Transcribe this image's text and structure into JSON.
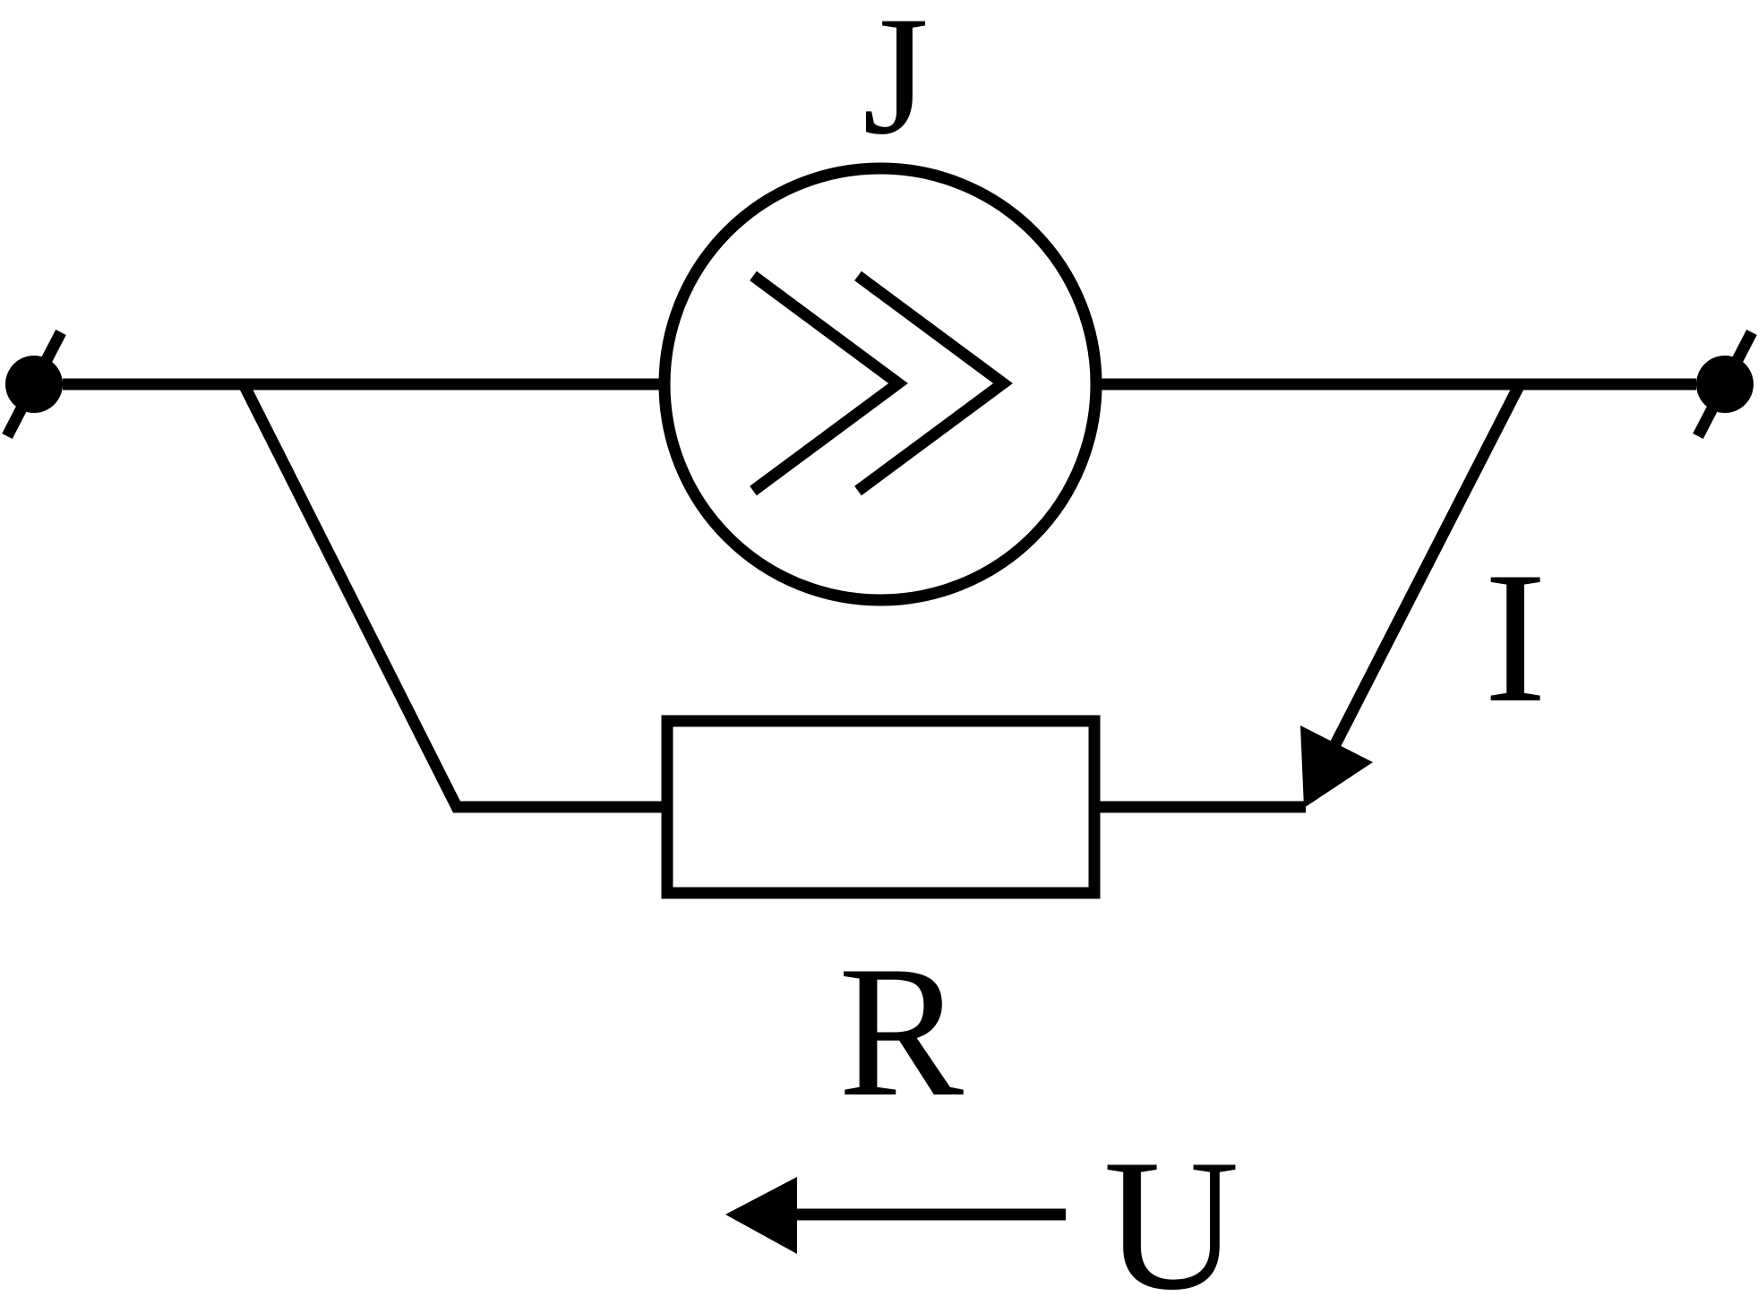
{
  "labels": {
    "source": "J",
    "current": "I",
    "resistor": "R",
    "voltage": "U"
  },
  "colors": {
    "stroke": "#000000",
    "background": "#ffffff"
  },
  "components": {
    "current_source": "circle-with-double-chevron",
    "resistor": "rectangle",
    "terminals": "filled-dots"
  }
}
